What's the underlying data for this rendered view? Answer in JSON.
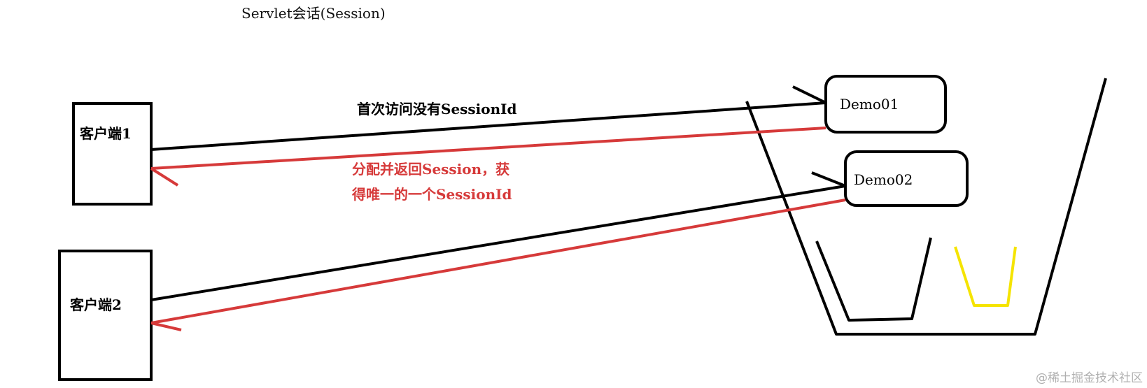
{
  "title": "Servlet会话(Session)",
  "clients": [
    {
      "label": "客户端1"
    },
    {
      "label": "客户端2"
    }
  ],
  "servlets": [
    {
      "label": "Demo01"
    },
    {
      "label": "Demo02"
    }
  ],
  "messages": {
    "request": "首次访问没有SessionId",
    "response_line1": "分配并返回Session，获",
    "response_line2": "得唯一的一个SessionId"
  },
  "colors": {
    "request_line": "#000000",
    "response_line": "#d63a3a",
    "session_cup": "#f5e400"
  },
  "watermark": "@稀土掘金技术社区"
}
